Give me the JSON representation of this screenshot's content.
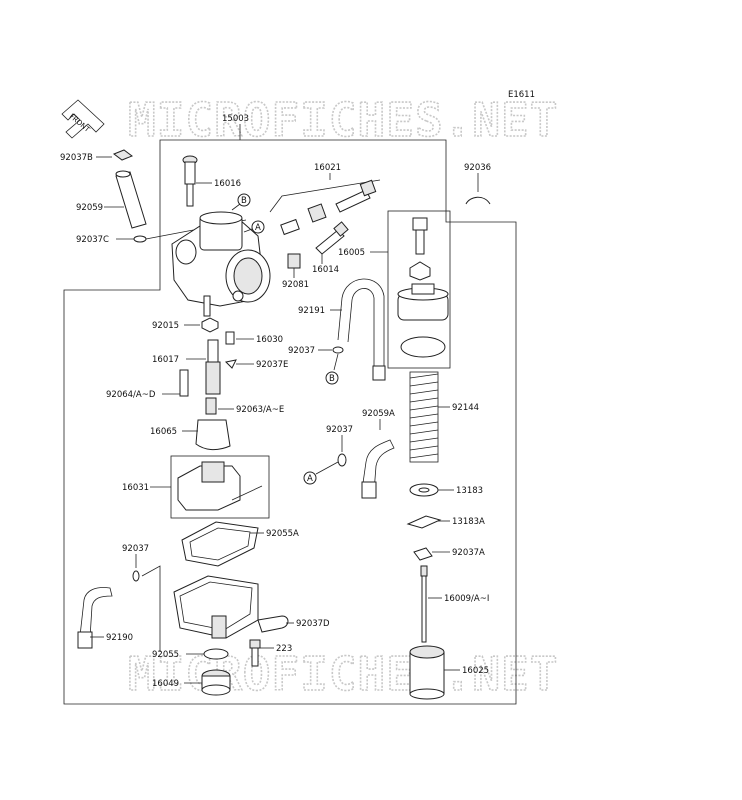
{
  "figure_code": "E1611",
  "front_label": "FRONT",
  "watermark": "MICROFICHES.NET",
  "callouts": {
    "a": "A",
    "b": "B"
  },
  "parts": {
    "p15003": "15003",
    "p92037B": "92037B",
    "p92059": "92059",
    "p92037C": "92037C",
    "p16016": "16016",
    "p16021": "16021",
    "p92036": "92036",
    "p16014": "16014",
    "p16005": "16005",
    "p92081": "92081",
    "p92191": "92191",
    "p92015": "92015",
    "p16030": "16030",
    "p92037": "92037",
    "p16017": "16017",
    "p92037E": "92037E",
    "p92064": "92064/A~D",
    "p92063": "92063/A~E",
    "p92059A": "92059A",
    "p92144": "92144",
    "p16065": "16065",
    "p92037b2": "92037",
    "p16031": "16031",
    "p13183": "13183",
    "p13183A": "13183A",
    "p92055A": "92055A",
    "p92037c3": "92037",
    "p92037A": "92037A",
    "p16009": "16009/A~I",
    "p92190": "92190",
    "p92037D": "92037D",
    "p223": "223",
    "p92055": "92055",
    "p16025": "16025",
    "p16049": "16049"
  }
}
